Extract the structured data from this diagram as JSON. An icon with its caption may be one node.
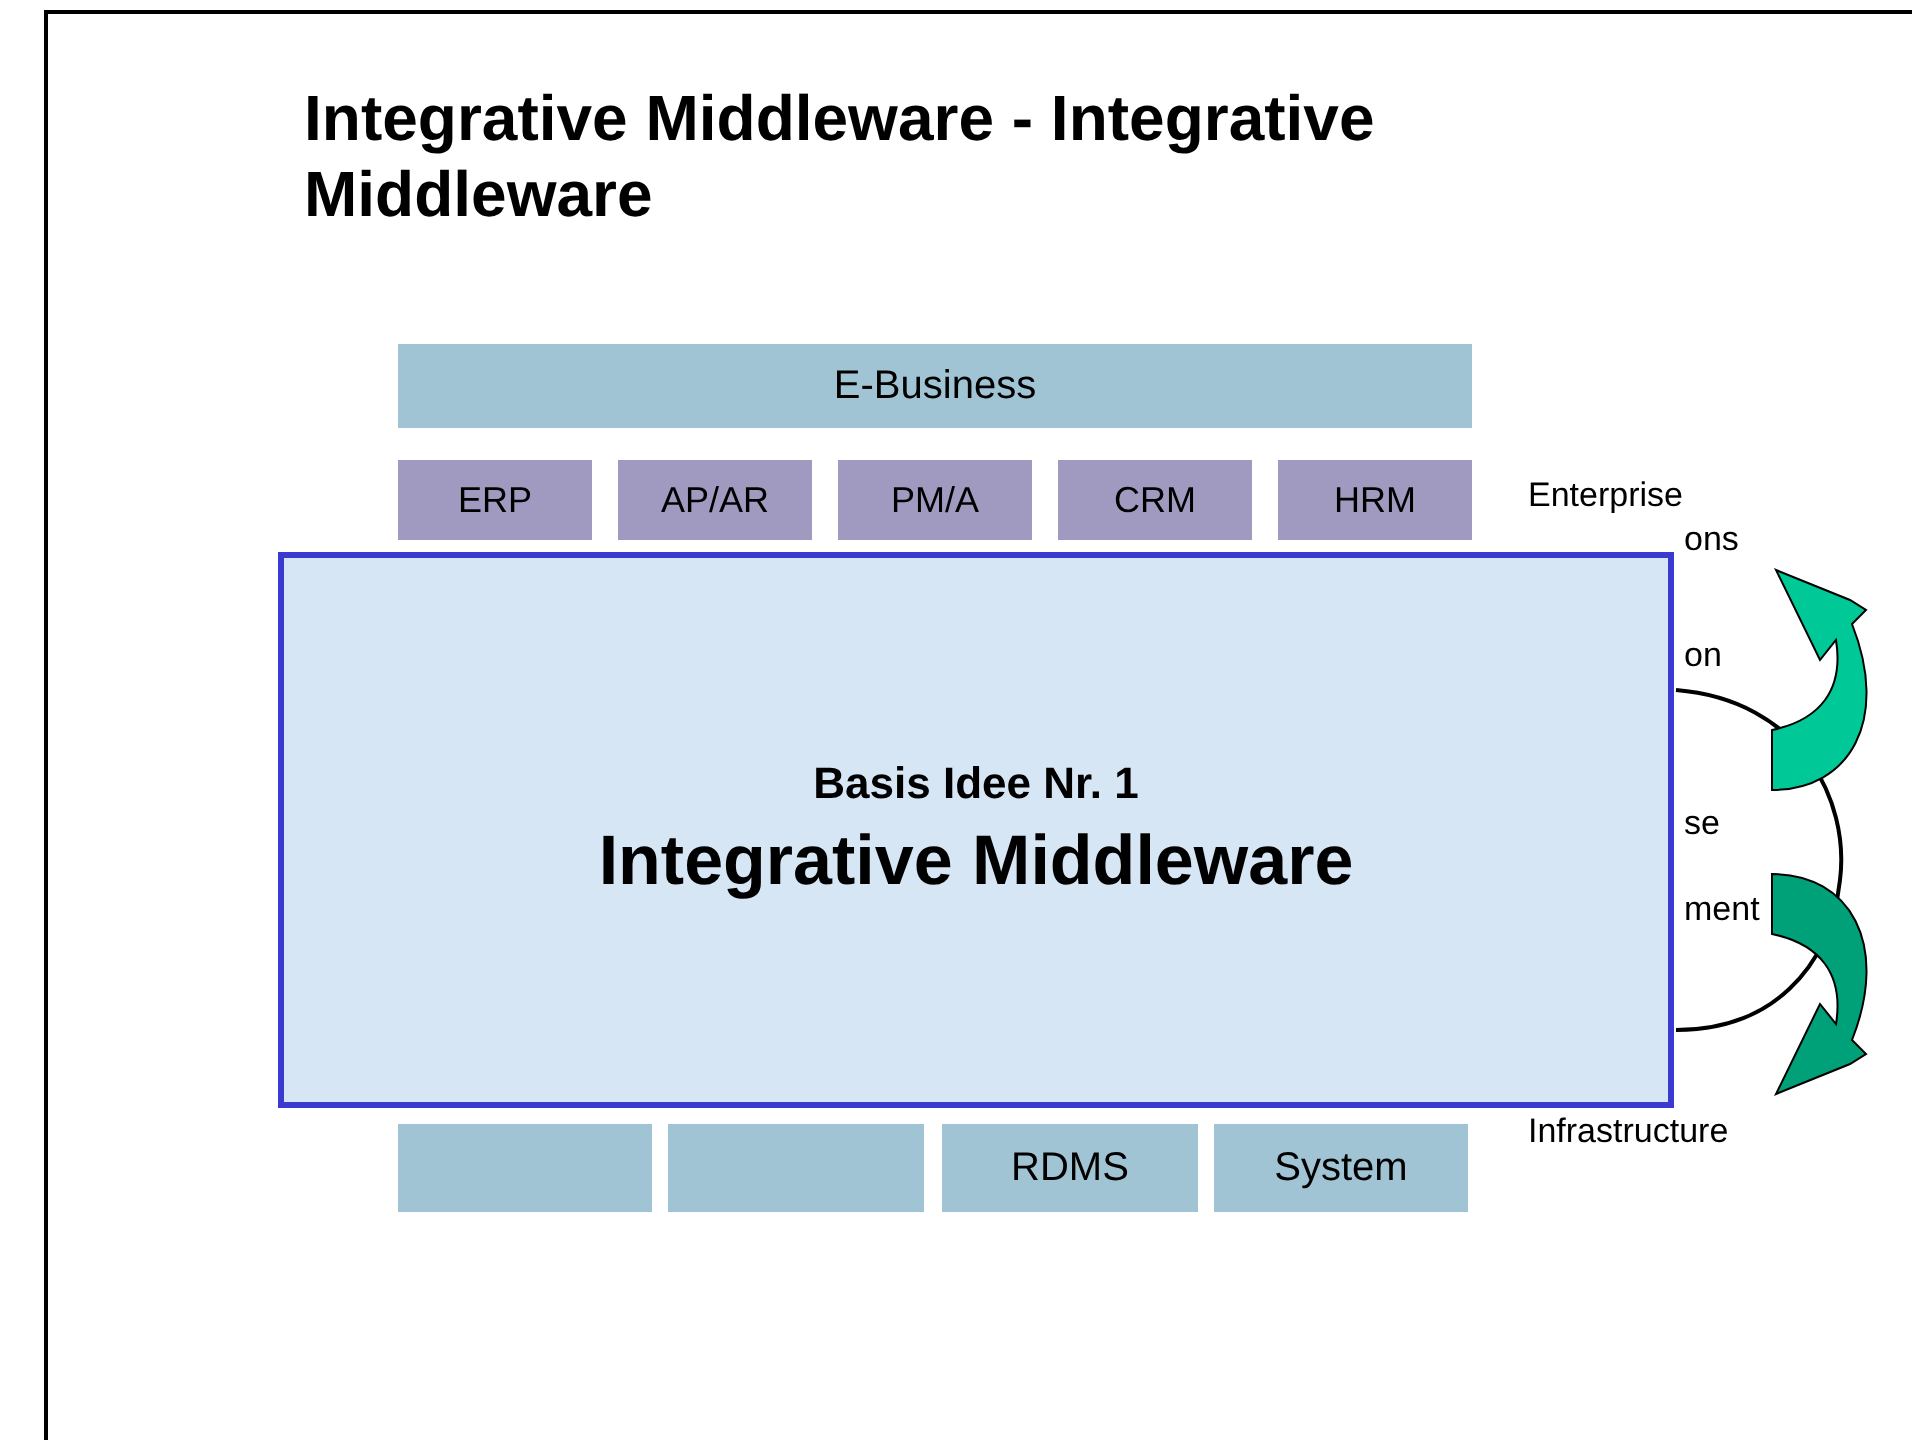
{
  "diagram": {
    "title": "Integrative Middleware - Integrative Middleware",
    "nodes": [
      {
        "text": [
          "E-Business"
        ]
      },
      {
        "text": [
          "ERP"
        ]
      },
      {
        "text": [
          "AP/AR"
        ]
      },
      {
        "text": [
          "PM/A"
        ]
      },
      {
        "text": [
          "CRM"
        ]
      },
      {
        "text": [
          "HRM"
        ]
      },
      {
        "text": [
          "Basis Idee Nr. 1",
          "Integrative Middleware"
        ]
      },
      {
        "text": [],
        "shape": "box"
      },
      {
        "text": [],
        "shape": "box"
      },
      {
        "text": [
          "RDMS"
        ]
      },
      {
        "text": [
          "System"
        ]
      }
    ],
    "edges": [],
    "labels": [
      "Enterprise",
      "ons",
      "on",
      "se",
      "ment",
      "Infrastructure"
    ]
  }
}
